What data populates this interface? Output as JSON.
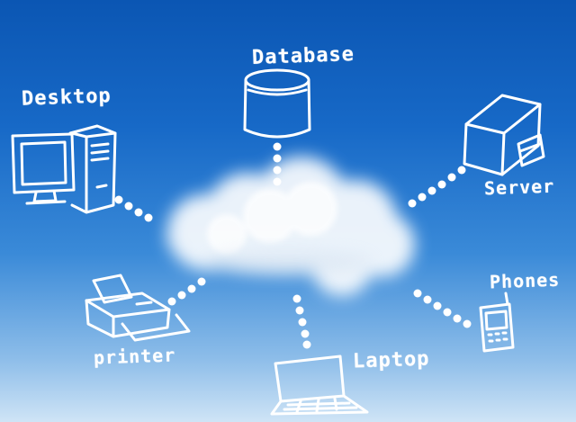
{
  "diagram": {
    "center": {
      "icon": "cloud-icon"
    },
    "nodes": [
      {
        "id": "desktop",
        "label": "Desktop",
        "icon": "desktop-computer-icon"
      },
      {
        "id": "database",
        "label": "Database",
        "icon": "database-cylinder-icon"
      },
      {
        "id": "server",
        "label": "Server",
        "icon": "server-icon"
      },
      {
        "id": "phones",
        "label": "Phones",
        "icon": "mobile-phone-icon"
      },
      {
        "id": "laptop",
        "label": "Laptop",
        "icon": "laptop-icon"
      },
      {
        "id": "printer",
        "label": "printer",
        "icon": "printer-icon"
      }
    ],
    "colors": {
      "sky_top": "#0b56b3",
      "sky_bottom": "#cfe4f6",
      "sketch": "#ffffff"
    }
  }
}
